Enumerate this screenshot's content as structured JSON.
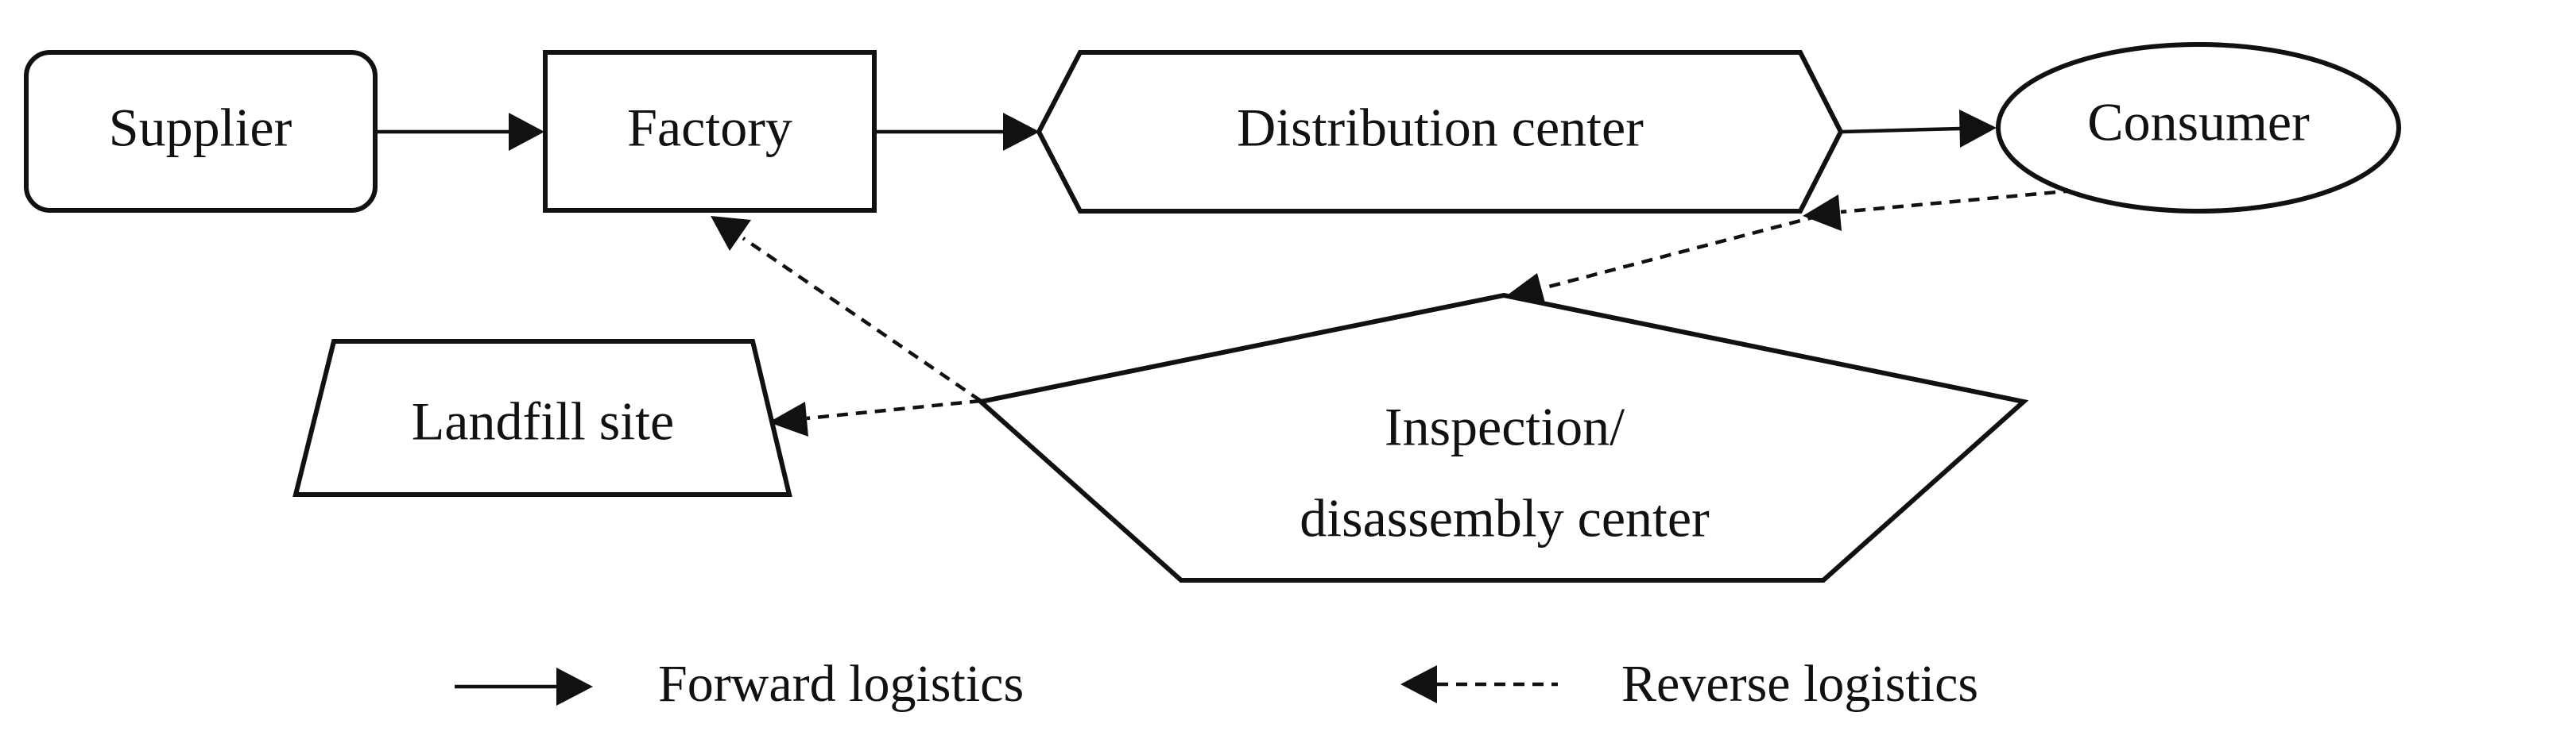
{
  "nodes": {
    "supplier": "Supplier",
    "factory": "Factory",
    "distribution_center": "Distribution center",
    "consumer": "Consumer",
    "landfill_site": "Landfill site",
    "inspection_line1": "Inspection/",
    "inspection_line2": "disassembly center"
  },
  "legend": {
    "forward": "Forward logistics",
    "reverse": "Reverse logistics"
  },
  "colors": {
    "stroke": "#111111",
    "background": "#ffffff"
  }
}
